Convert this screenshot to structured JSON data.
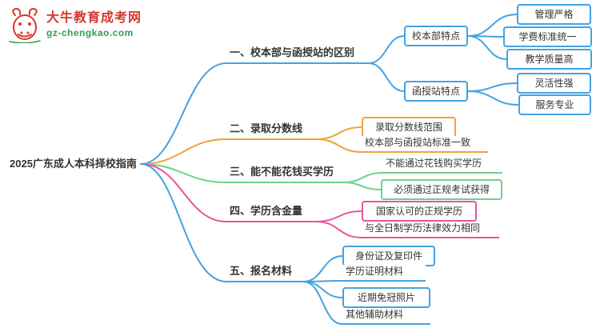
{
  "logo": {
    "site_name": "大牛教育成考网",
    "site_url": "gz-chengkao.com"
  },
  "root_label": "2025广东成人本科择校指南",
  "colors": {
    "blue": "#45a2e2",
    "orange": "#f0a23c",
    "green": "#6fd08c",
    "pink": "#e8559b",
    "brand_red": "#d6372e",
    "brand_green": "#2e9e4f"
  },
  "branches": [
    {
      "label": "一、校本部与函授站的区别",
      "children": [
        {
          "label": "校本部特点",
          "children": [
            {
              "label": "管理严格"
            },
            {
              "label": "学费标准统一"
            },
            {
              "label": "教学质量高"
            }
          ]
        },
        {
          "label": "函授站特点",
          "children": [
            {
              "label": "灵活性强"
            },
            {
              "label": "服务专业"
            }
          ]
        }
      ]
    },
    {
      "label": "二、录取分数线",
      "children": [
        {
          "label": "录取分数线范围"
        },
        {
          "label": "校本部与函授站标准一致"
        }
      ]
    },
    {
      "label": "三、能不能花钱买学历",
      "children": [
        {
          "label": "不能通过花钱购买学历"
        },
        {
          "label": "必须通过正规考试获得"
        }
      ]
    },
    {
      "label": "四、学历含金量",
      "children": [
        {
          "label": "国家认可的正规学历"
        },
        {
          "label": "与全日制学历法律效力相同"
        }
      ]
    },
    {
      "label": "五、报名材料",
      "children": [
        {
          "label": "身份证及复印件"
        },
        {
          "label": "学历证明材料"
        },
        {
          "label": "近期免冠照片"
        },
        {
          "label": "其他辅助材料"
        }
      ]
    }
  ]
}
